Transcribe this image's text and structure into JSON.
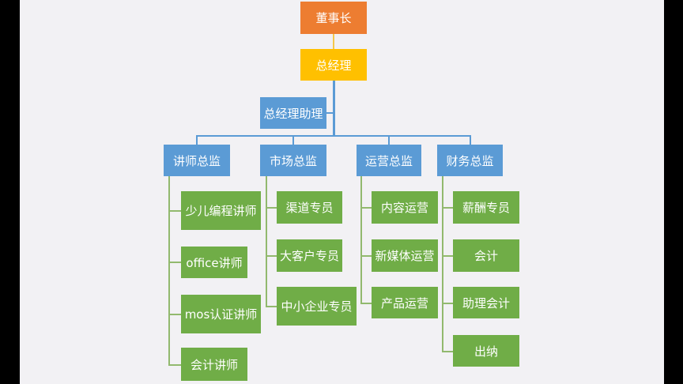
{
  "chairman": "董事长",
  "gm": "总经理",
  "gm_assistant": "总经理助理",
  "directors": [
    {
      "label": "讲师总监",
      "children": [
        "少儿编程讲师",
        "office讲师",
        "mos认证讲师",
        "会计讲师"
      ]
    },
    {
      "label": "市场总监",
      "children": [
        "渠道专员",
        "大客户专员",
        "中小企业专员"
      ]
    },
    {
      "label": "运营总监",
      "children": [
        "内容运营",
        "新媒体运营",
        "产品运营"
      ]
    },
    {
      "label": "财务总监",
      "children": [
        "薪酬专员",
        "会计",
        "助理会计",
        "出纳"
      ]
    }
  ],
  "colors": {
    "chairman": "#ed7d31",
    "gm": "#ffc000",
    "director": "#5b9bd5",
    "staff": "#70ad47"
  }
}
